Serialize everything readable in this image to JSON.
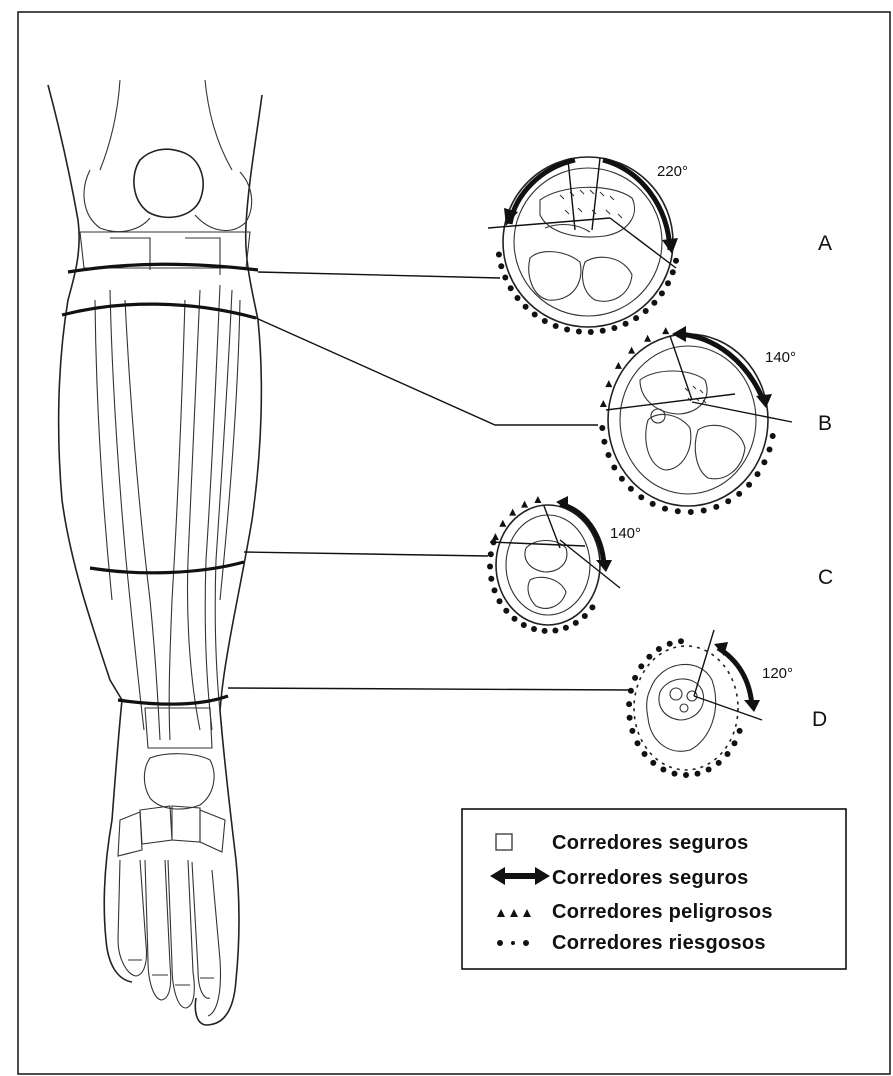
{
  "sections": [
    {
      "letter": "A",
      "angle": "220°"
    },
    {
      "letter": "B",
      "angle": "140°"
    },
    {
      "letter": "C",
      "angle": "140°"
    },
    {
      "letter": "D",
      "angle": "120°"
    }
  ],
  "legend": {
    "items": [
      {
        "symbol": "square-outline",
        "label": "Corredores seguros"
      },
      {
        "symbol": "double-arrow",
        "label": "Corredores seguros"
      },
      {
        "symbol": "triangles",
        "label": "Corredores peligrosos"
      },
      {
        "symbol": "dots",
        "label": "Corredores riesgosos"
      }
    ]
  }
}
